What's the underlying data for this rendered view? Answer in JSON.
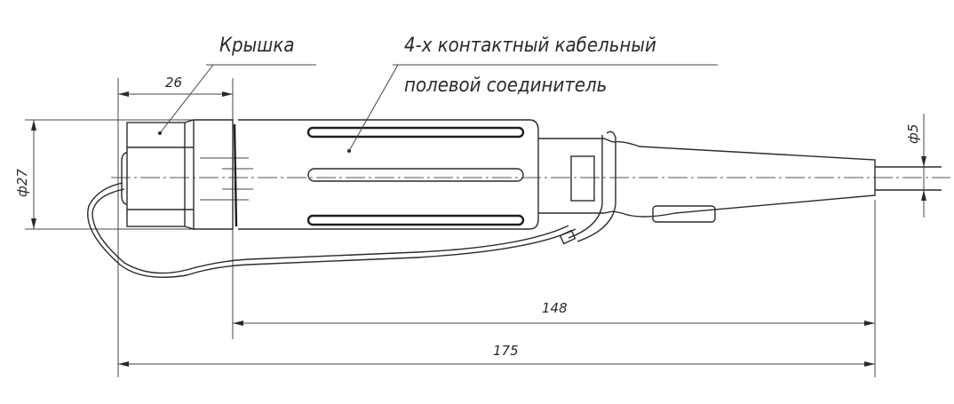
{
  "labels": {
    "cap": "Крышка",
    "connector_line1": "4-х контактный кабельный",
    "connector_line2": "полевой соединитель"
  },
  "dimensions": {
    "cap_length": "26",
    "body_diameter": "ф27",
    "cable_diameter": "ф5",
    "body_length": "148",
    "total_length": "175"
  }
}
